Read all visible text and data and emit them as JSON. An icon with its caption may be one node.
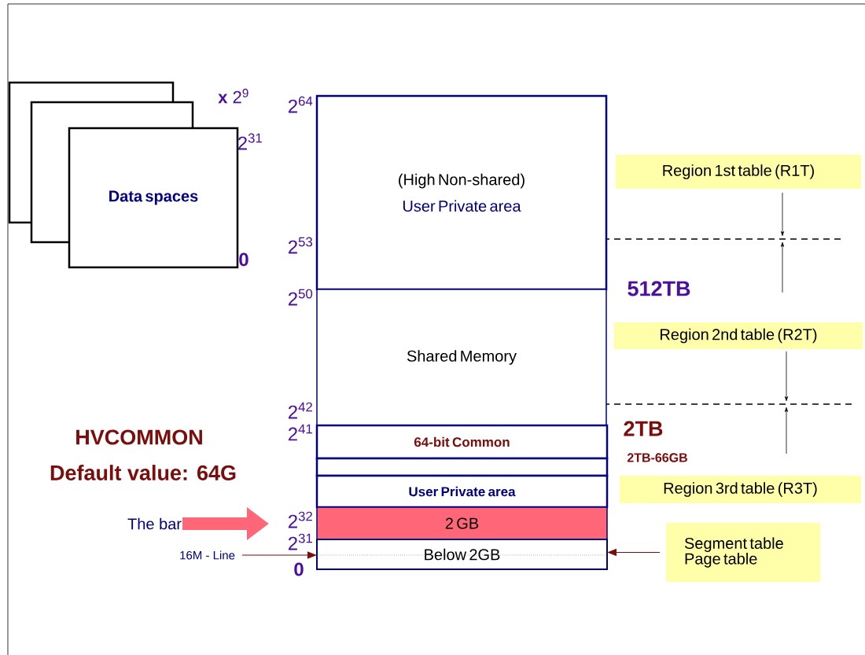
{
  "diagram": {
    "nodes": [
      {
        "text": [
          "Data spaces"
        ]
      },
      {
        "text": [
          "(High Non-shared)",
          "User Private area"
        ]
      },
      {
        "text": [
          "Shared Memory"
        ]
      },
      {
        "text": [
          "64-bit Common"
        ]
      },
      {
        "text": [],
        "shape": "box"
      },
      {
        "text": [
          "User Private area"
        ]
      },
      {
        "text": [
          "2 GB"
        ]
      },
      {
        "text": [
          "Below 2GB"
        ]
      },
      {
        "text": [
          "The bar"
        ]
      },
      {
        "text": [
          "16M - Line"
        ]
      },
      {
        "text": [
          "Segment table Page table"
        ]
      },
      {
        "text": [
          "Region 1st table (R1T)"
        ]
      },
      {
        "text": [
          "Region 2nd table (R2T)"
        ]
      },
      {
        "text": [
          "Region 3rd table (R3T)"
        ]
      }
    ],
    "edges": [
      {
        "from": 8,
        "to": null,
        "arrow": "to",
        "style": "thick",
        "color": "#ff6677"
      },
      {
        "from": 9,
        "to": 7,
        "arrow": "to"
      },
      {
        "from": 10,
        "to": 7,
        "arrow": "to"
      }
    ],
    "labels": [
      "**x** 2$^{9}$",
      "2$^{31}$",
      "0",
      "2$^{64}$",
      "2$^{53}$",
      "2$^{50}$",
      "2$^{42}$",
      "2$^{41}$",
      "512TB",
      "2TB",
      "2TB-66GB",
      "HVCOMMON",
      "Default value: 64G",
      "2$^{32}$",
      "2$^{31}$",
      "0"
    ]
  }
}
